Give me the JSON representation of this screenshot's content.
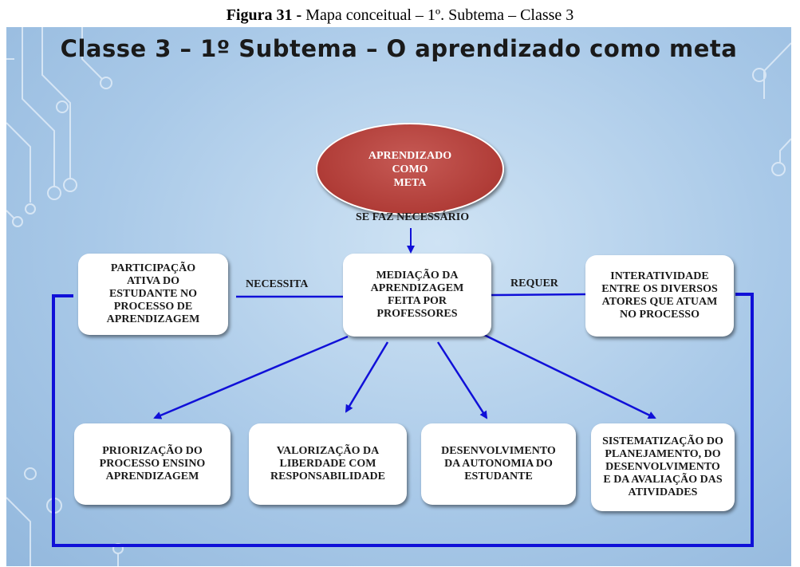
{
  "caption": {
    "label": "Figura 31 -",
    "text": " Mapa conceitual – 1º. Subtema – Classe 3"
  },
  "slide": {
    "title": "Classe 3 – 1º Subtema – O aprendizado como meta"
  },
  "colors": {
    "root_fill": "#b03c37",
    "connector": "#1010d8",
    "background": "#a9c9e8",
    "node_fill": "#ffffff"
  },
  "map": {
    "root": "APRENDIZADO\nCOMO\nMETA",
    "root_link": "SE FAZ NECESSÁRIO",
    "center": "MEDIAÇÃO DA\nAPRENDIZAGEM\nFEITA POR\nPROFESSORES",
    "left": "PARTICIPAÇÃO\nATIVA DO\nESTUDANTE NO\nPROCESSO DE\nAPRENDIZAGEM",
    "left_link": "NECESSITA",
    "right": "INTERATIVIDADE\nENTRE OS DIVERSOS\nATORES QUE ATUAM\nNO PROCESSO",
    "right_link": "REQUER",
    "bottom": [
      "PRIORIZAÇÃO DO\nPROCESSO ENSINO\nAPRENDIZAGEM",
      "VALORIZAÇÃO DA\nLIBERDADE COM\nRESPONSABILIDADE",
      "DESENVOLVIMENTO\nDA AUTONOMIA DO\nESTUDANTE",
      "SISTEMATIZAÇÃO DO\nPLANEJAMENTO, DO\nDESENVOLVIMENTO\nE DA AVALIAÇÃO DAS\nATIVIDADES"
    ]
  }
}
